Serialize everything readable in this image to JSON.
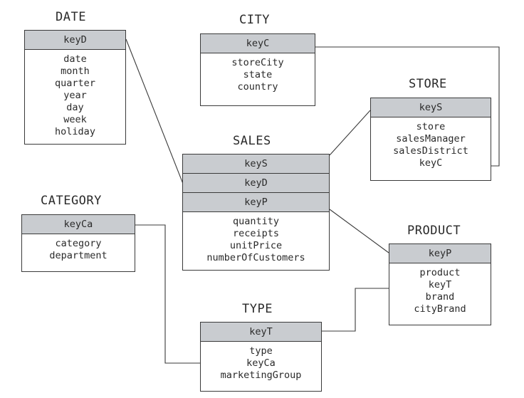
{
  "date": {
    "title": "DATE",
    "key": "keyD",
    "attrs": [
      "date",
      "month",
      "quarter",
      "year",
      "day",
      "week",
      "holiday"
    ]
  },
  "city": {
    "title": "CITY",
    "key": "keyC",
    "attrs": [
      "storeCity",
      "state",
      "country"
    ]
  },
  "store": {
    "title": "STORE",
    "key": "keyS",
    "attrs": [
      "store",
      "salesManager",
      "salesDistrict",
      "keyC"
    ]
  },
  "sales": {
    "title": "SALES",
    "keys": [
      "keyS",
      "keyD",
      "keyP"
    ],
    "attrs": [
      "quantity",
      "receipts",
      "unitPrice",
      "numberOfCustomers"
    ]
  },
  "category": {
    "title": "CATEGORY",
    "key": "keyCa",
    "attrs": [
      "category",
      "department"
    ]
  },
  "product": {
    "title": "PRODUCT",
    "key": "keyP",
    "attrs": [
      "product",
      "keyT",
      "brand",
      "cityBrand"
    ]
  },
  "type": {
    "title": "TYPE",
    "key": "keyT",
    "attrs": [
      "type",
      "keyCa",
      "marketingGroup"
    ]
  }
}
